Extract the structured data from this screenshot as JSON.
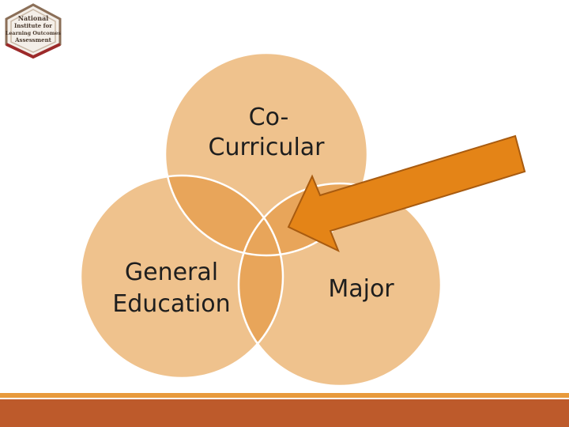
{
  "logo": {
    "line1": "National",
    "line2": "Institute for",
    "line3": "Learning Outcomes",
    "line4": "Assessment",
    "icon": "hexagon-logo-icon"
  },
  "venn": {
    "top_label_line1": "Co-",
    "top_label_line2": "Curricular",
    "left_label_line1": "General",
    "left_label_line2": "Education",
    "right_label": "Major",
    "arrow_icon": "arrow-pointing-to-center-icon"
  },
  "colors": {
    "circle_fill": "#efc28d",
    "overlap_fill": "#e8a55a",
    "circle_stroke": "#ffffff",
    "arrow_fill": "#e48417",
    "arrow_stroke": "#a85b10",
    "footer_bar": "#bd5a2b",
    "footer_line": "#e89a3c",
    "logo_brown": "#8b6f58",
    "logo_red": "#9c2a2a"
  }
}
